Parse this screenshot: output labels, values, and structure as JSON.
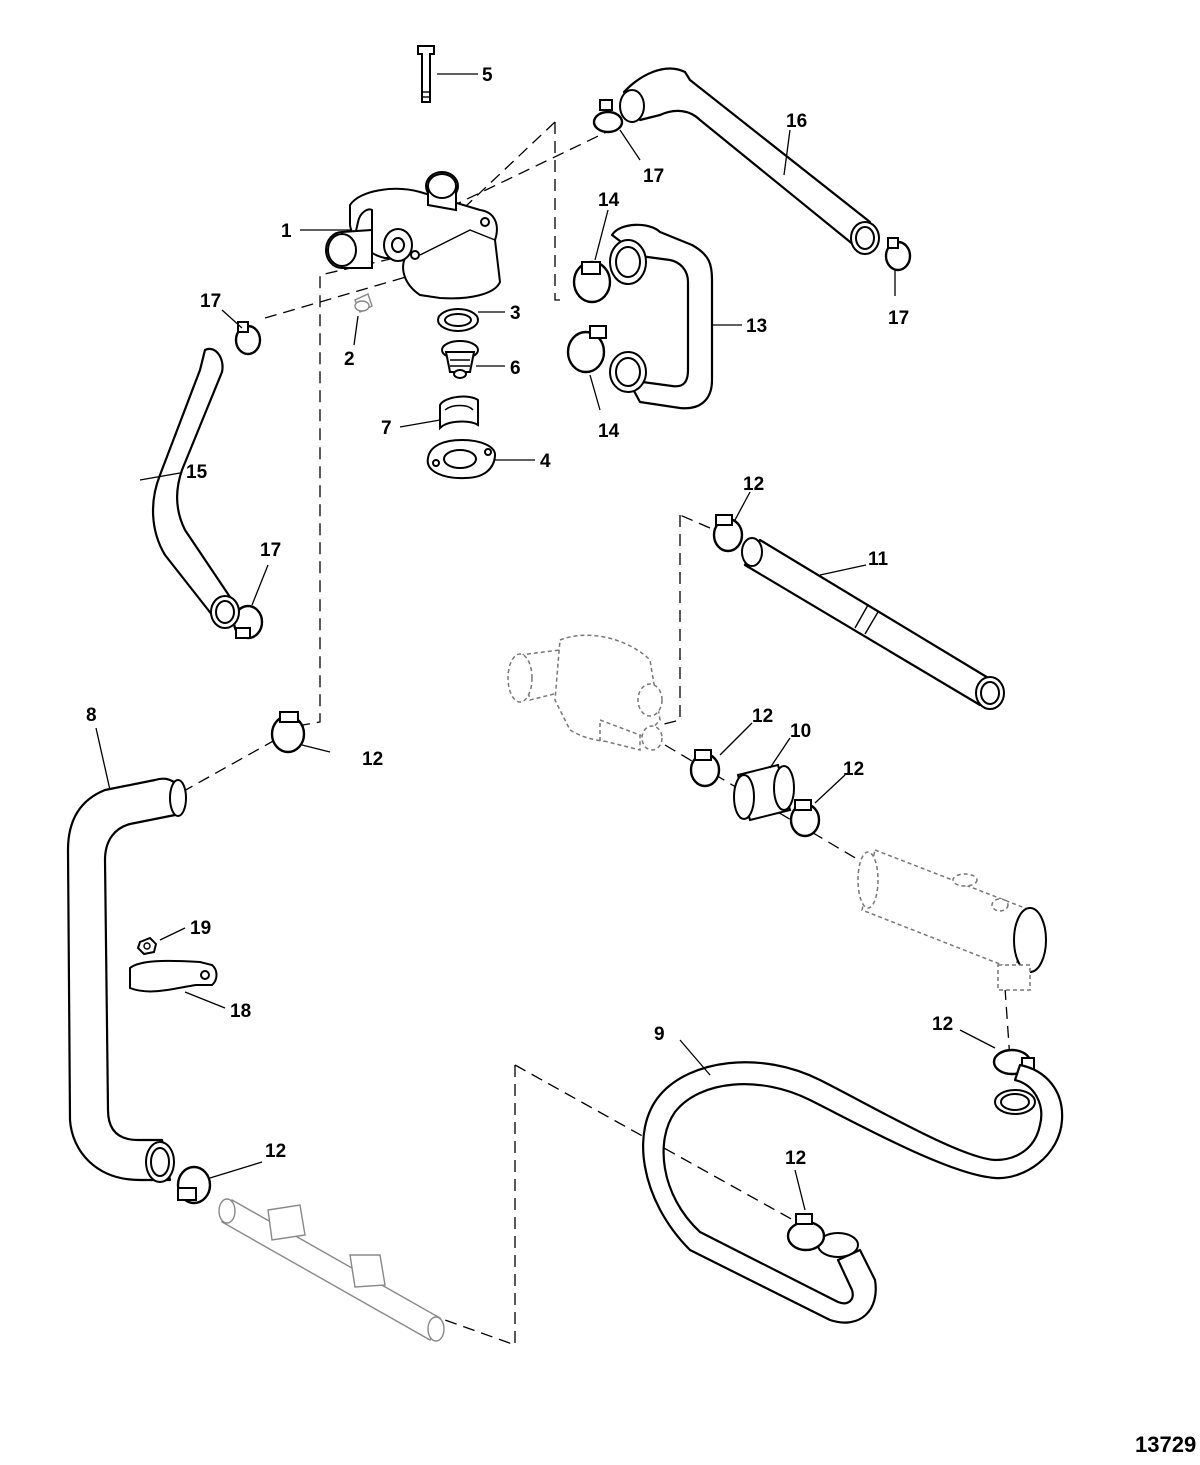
{
  "figure_number": "13729",
  "callouts": {
    "c1": "1",
    "c2": "2",
    "c3": "3",
    "c4": "4",
    "c5": "5",
    "c6": "6",
    "c7": "7",
    "c8": "8",
    "c9": "9",
    "c10": "10",
    "c11": "11",
    "c12": "12",
    "c13": "13",
    "c14": "14",
    "c15": "15",
    "c16": "16",
    "c17": "17",
    "c18": "18",
    "c19": "19"
  }
}
